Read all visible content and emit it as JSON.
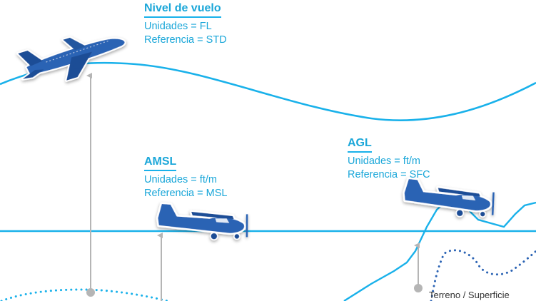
{
  "colors": {
    "accent": "#19b1ea",
    "title_text": "#1ba7d9",
    "body_text": "#1ba7d9",
    "aircraft": "#2b63b4",
    "aircraft_dark": "#1f4d96",
    "marker": "#b5b5b5",
    "terrain_text": "#333333"
  },
  "flight_level": {
    "title": "Nivel de vuelo",
    "units": "Unidades = FL",
    "reference": "Referencia = STD",
    "aircraft_icon": "airliner-icon"
  },
  "amsl": {
    "title": "AMSL",
    "units": "Unidades = ft/m",
    "reference": "Referencia = MSL",
    "aircraft_icon": "light-aircraft-icon"
  },
  "agl": {
    "title": "AGL",
    "units": "Unidades = ft/m",
    "reference": "Referencia = SFC",
    "aircraft_icon": "light-aircraft-icon"
  },
  "terrain": {
    "label": "Terreno / Superficie"
  }
}
